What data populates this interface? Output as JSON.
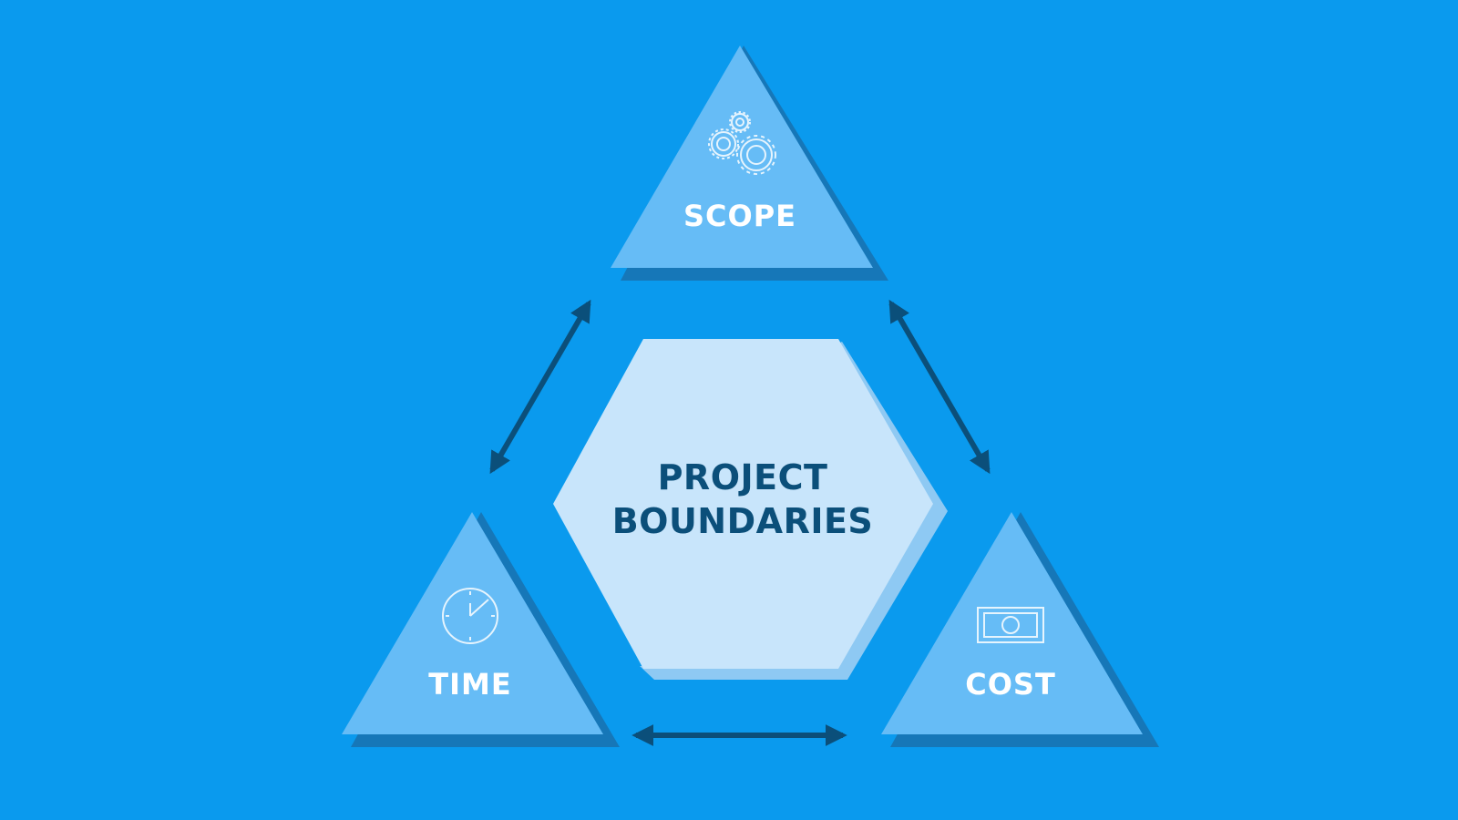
{
  "colors": {
    "background": "#0a9aee",
    "triangle_fill": "#66bcf6",
    "triangle_shadow": "#1677b8",
    "hexagon_fill": "#c8e5fb",
    "hexagon_edge": "#8ec9f3",
    "arrow": "#0b4f7a",
    "label_text": "#ffffff",
    "center_text": "#0b4f7a"
  },
  "center": {
    "line1": "PROJECT",
    "line2": "BOUNDARIES"
  },
  "nodes": [
    {
      "id": "scope",
      "label": "SCOPE",
      "icon": "gears-icon"
    },
    {
      "id": "time",
      "label": "TIME",
      "icon": "clock-icon"
    },
    {
      "id": "cost",
      "label": "COST",
      "icon": "banknote-icon"
    }
  ],
  "connections": [
    {
      "from": "scope",
      "to": "time",
      "type": "bidirectional"
    },
    {
      "from": "scope",
      "to": "cost",
      "type": "bidirectional"
    },
    {
      "from": "time",
      "to": "cost",
      "type": "bidirectional"
    }
  ]
}
